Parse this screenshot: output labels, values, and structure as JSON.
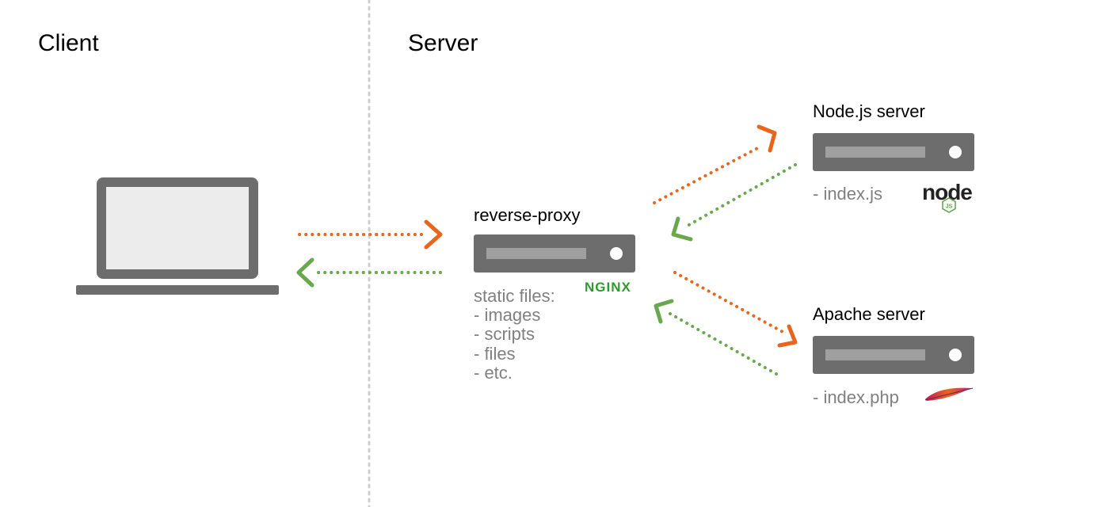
{
  "sections": {
    "client_title": "Client",
    "server_title": "Server"
  },
  "reverse_proxy": {
    "label": "reverse-proxy",
    "notes_title": "static files:",
    "notes": [
      "- images",
      "- scripts",
      "- files",
      "- etc."
    ],
    "logo_text": "NGINX"
  },
  "node_server": {
    "label": "Node.js server",
    "file": "- index.js",
    "logo_text": "node",
    "logo_badge": "JS"
  },
  "apache_server": {
    "label": "Apache server",
    "file": "- index.php"
  },
  "colors": {
    "request_arrow": "#e8661c",
    "response_arrow": "#6aa84f",
    "server_box": "#6d6d6d",
    "server_slot": "#a0a0a0",
    "laptop_body": "#6d6d6d",
    "laptop_screen": "#ececec",
    "divider": "#d0d0d0",
    "nginx_green": "#2d9b2d",
    "node_green": "#5fa04e"
  },
  "icons": [
    "laptop-icon",
    "server-icon",
    "nginx-logo",
    "nodejs-logo",
    "apache-feather-icon"
  ]
}
